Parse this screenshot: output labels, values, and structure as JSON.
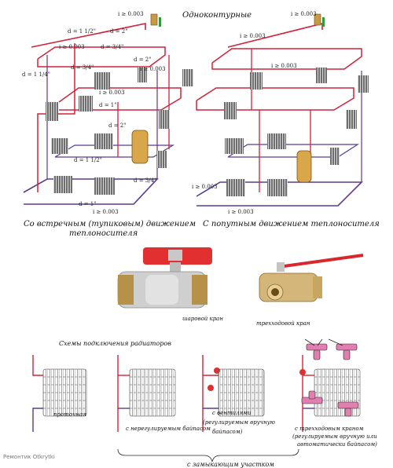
{
  "top": {
    "title": "Одноконтурные",
    "left_caption_1": "Со встречным (тупиковым) движением",
    "left_caption_2": "теплоносителя",
    "right_caption": "С попутным движением теплоносителя",
    "left_labels": {
      "i1": "i ≥ 0.003",
      "i2": "i ≥ 0.003",
      "i3": "i ≥ 0.003",
      "i4": "i ≥ 0.003",
      "i5": "i ≥ 0.003",
      "d1": "d = 1 1/2\"",
      "d2": "d = 2\"",
      "d3": "d = 3/4\"",
      "d4": "d = 1 1/4\"",
      "d5": "d = 3/4\"",
      "d6": "d = 2\"",
      "d7": "d = 1\"",
      "d8": "d = 2\"",
      "d9": "d = 1 1/2\"",
      "d10": "d = 3/4\"",
      "d11": "d = 1\""
    },
    "right_labels": {
      "i1": "i ≥ 0.003",
      "i2": "i ≥ 0.003",
      "i3": "i ≥ 0.003",
      "i4": "i ≥ 0.003",
      "i5": "i ≥ 0.003"
    }
  },
  "valves": {
    "ball_valve": "шаровой кран",
    "three_way": "трехходовой кран"
  },
  "schemes": {
    "title": "Схемы подключения радиаторов",
    "s1": "проточная",
    "s2": "с нерегулируемым байпасом",
    "s3_1": "с вентилями",
    "s3_2": "(регулируемым вручную",
    "s3_3": "байпасом)",
    "s4_1": "с трехходовым краном",
    "s4_2": "(регулируемым вручную или",
    "s4_3": "автоматически байпасом)",
    "bracket": "с замыкающим участком"
  },
  "watermark": "Ремонтик Otkrytki",
  "colors": {
    "supply": "#d0243a",
    "return": "#5b3a8f",
    "radiator": "#7a7a7a"
  }
}
